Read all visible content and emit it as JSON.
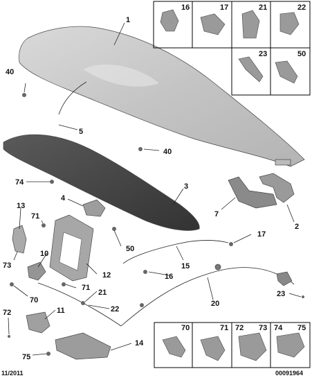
{
  "callouts": {
    "c1": "1",
    "c2": "2",
    "c3": "3",
    "c4": "4",
    "c5": "5",
    "c7": "7",
    "c10": "10",
    "c11": "11",
    "c12": "12",
    "c13": "13",
    "c14": "14",
    "c15": "15",
    "c16": "16",
    "c17": "17",
    "c20": "20",
    "c21": "21",
    "c22": "22",
    "c23": "23",
    "c40a": "40",
    "c40b": "40",
    "c50": "50",
    "c70": "70",
    "c71a": "71",
    "c71b": "71",
    "c72": "72",
    "c73": "73",
    "c74": "74",
    "c75": "75"
  },
  "top_legend": [
    "16",
    "17",
    "21",
    "22",
    "23",
    "50"
  ],
  "bottom_legend": [
    "70",
    "71",
    "72",
    "73",
    "74",
    "75"
  ],
  "footer": {
    "date": "11/2011",
    "ref": "00091964"
  },
  "colors": {
    "hood": "#cfcfcf",
    "insulation": "#4a4a4a",
    "metal": "#a8a8a8",
    "line": "#222222"
  }
}
